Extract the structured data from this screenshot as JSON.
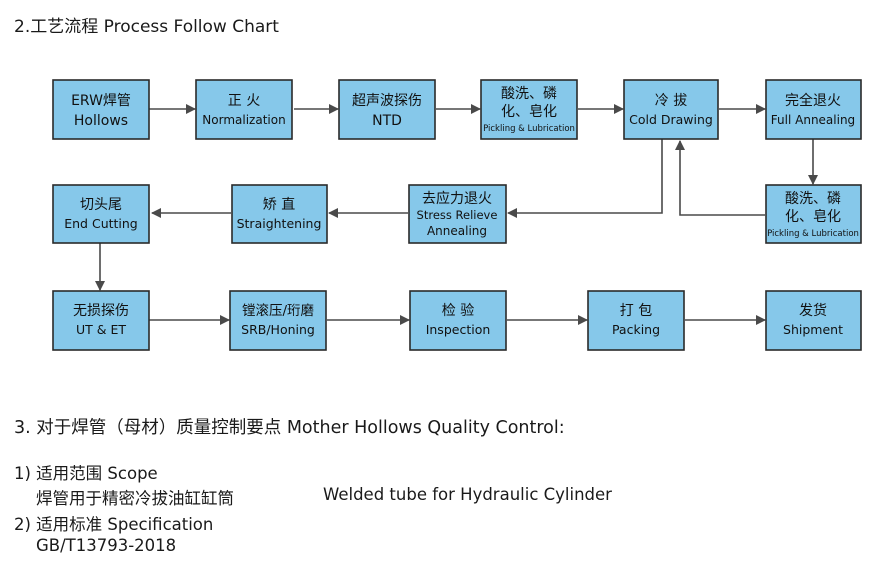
{
  "section2_title": "2.工艺流程 Process Follow Chart",
  "flow": {
    "erw": {
      "l1": "ERW焊管",
      "l2": "Hollows"
    },
    "normalizing": {
      "l1": "正  火",
      "l2": "Normalization"
    },
    "ntd": {
      "l1": "超声波探伤",
      "l2": "NTD"
    },
    "pickling1": {
      "l1": "酸洗、磷",
      "l2": "化、皂化",
      "l3": "Pickling & Lubrication"
    },
    "cold_drawing": {
      "l1": "冷  拔",
      "l2": "Cold Drawing"
    },
    "full_annealing": {
      "l1": "完全退火",
      "l2": "Full Annealing"
    },
    "pickling2": {
      "l1": "酸洗、磷",
      "l2": "化、皂化",
      "l3": "Pickling & Lubrication"
    },
    "stress_relieve": {
      "l1": "去应力退火",
      "l2": "Stress Relieve",
      "l3": "Annealing"
    },
    "straightening": {
      "l1": "矫  直",
      "l2": "Straightening"
    },
    "end_cutting": {
      "l1": "切头尾",
      "l2": "End Cutting"
    },
    "ut": {
      "l1": "无损探伤",
      "l2": "UT & ET"
    },
    "srb": {
      "l1": "镗滚压/珩磨",
      "l2": "SRB/Honing"
    },
    "inspection": {
      "l1": "检  验",
      "l2": "Inspection"
    },
    "packing": {
      "l1": "打  包",
      "l2": "Packing"
    },
    "shipment": {
      "l1": "发货",
      "l2": "Shipment"
    }
  },
  "section3_title": "3. 对于焊管（母材）质量控制要点 Mother Hollows Quality Control:",
  "scope": {
    "label": "1) 适用范围 Scope",
    "cn": "焊管用于精密冷拔油缸缸筒",
    "en": "Welded tube for Hydraulic Cylinder"
  },
  "spec": {
    "label": "2) 适用标准 Specification",
    "value": "GB/T13793-2018"
  }
}
